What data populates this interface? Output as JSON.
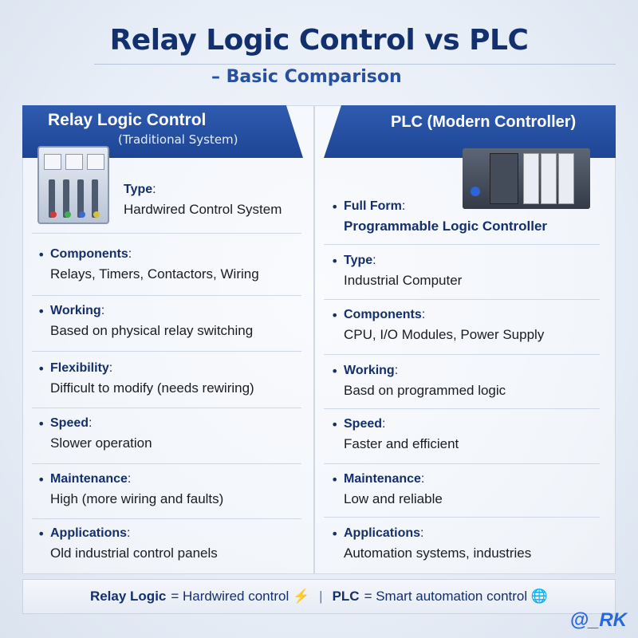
{
  "title": "Relay Logic Control vs PLC",
  "subtitle": "– Basic Comparison",
  "left": {
    "header": "Relay Logic Control",
    "subheader": "(Traditional System)",
    "items": [
      {
        "label": "Type",
        "value": "Hardwired Control System"
      },
      {
        "label": "Components",
        "value": "Relays, Timers, Contactors, Wiring"
      },
      {
        "label": "Working",
        "value": "Based on physical relay switching"
      },
      {
        "label": "Flexibility",
        "value": "Difficult to modify (needs rewiring)"
      },
      {
        "label": "Speed",
        "value": "Slower operation"
      },
      {
        "label": "Maintenance",
        "value": "High (more wiring and faults)"
      },
      {
        "label": "Applications",
        "value": "Old industrial control panels"
      }
    ]
  },
  "right": {
    "header": "PLC (Modern Controller)",
    "items": [
      {
        "label": "Full Form",
        "value": "Programmable Logic Controller"
      },
      {
        "label": "Type",
        "value": "Industrial Computer"
      },
      {
        "label": "Components",
        "value": "CPU, I/O Modules, Power Supply"
      },
      {
        "label": "Working",
        "value": "Basd on programmed logic"
      },
      {
        "label": "Speed",
        "value": "Faster and efficient"
      },
      {
        "label": "Maintenance",
        "value": "Low and reliable"
      },
      {
        "label": "Applications",
        "value": "Automation systems, industries"
      }
    ]
  },
  "footer": {
    "left_term": "Relay Logic",
    "left_def": "= Hardwired control ⚡",
    "separator": "|",
    "right_term": "PLC",
    "right_def": "= Smart automation control 🌐"
  },
  "watermark": "@_RK",
  "colors": {
    "accent": "#1d4595",
    "title": "#13306e",
    "watermark": "#2a68d8"
  },
  "icons": [
    "relay-panel-image",
    "plc-controller-image",
    "lightning-icon",
    "network-icon"
  ]
}
